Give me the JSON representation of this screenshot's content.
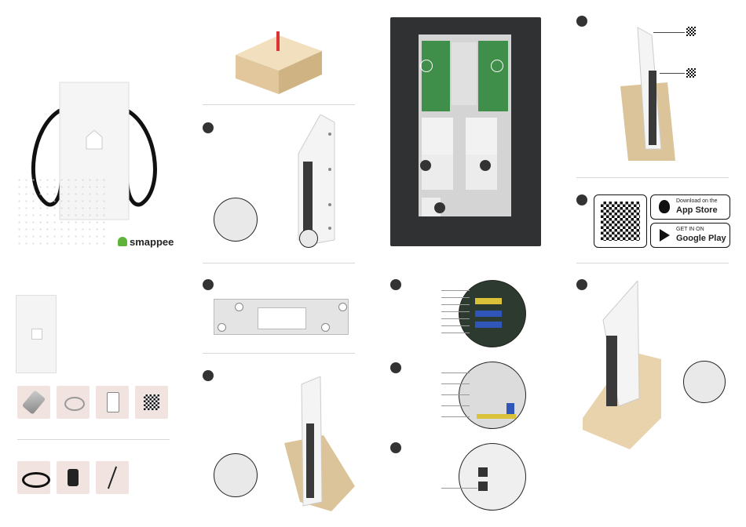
{
  "brand": {
    "name": "smappee",
    "logo_color": "#5fb33a"
  },
  "app_store": {
    "small": "Download on the",
    "large": "App Store"
  },
  "google_play": {
    "small": "GET IN ON",
    "large": "Google Play"
  },
  "colors": {
    "accent_green": "#5fb33a",
    "wood": "#dcc49a",
    "enclosure": "#3a3a3a",
    "bubble": "#f1e3e0"
  },
  "icons": [
    "smappee-logo-icon",
    "apple-icon",
    "google-play-icon",
    "qr-code-icon",
    "anchor-bolt-icon",
    "washers-icon",
    "sticker-icon",
    "cable-icon",
    "gland-icon",
    "cable-tie-icon"
  ]
}
